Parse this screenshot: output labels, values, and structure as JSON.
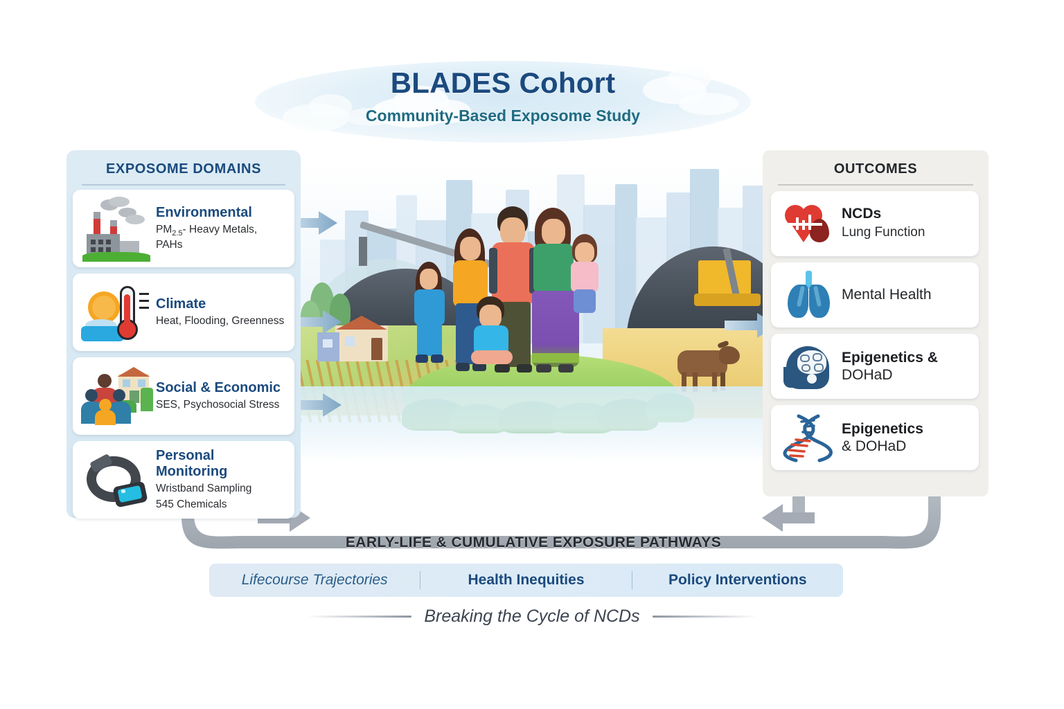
{
  "header": {
    "title": "BLADES Cohort",
    "subtitle": "Community-Based Exposome Study"
  },
  "left_panel": {
    "heading": "EXPOSOME DOMAINS",
    "cards": [
      {
        "icon": "factory-icon",
        "title": "Environmental",
        "sub_pre": "PM",
        "sub_sub": "2.5",
        "sub_post": "- Heavy Metals, PAHs",
        "sub": "PM2.5- Heavy Metals, PAHs"
      },
      {
        "icon": "climate-icon",
        "title": "Climate",
        "sub": "Heat, Flooding, Greenness"
      },
      {
        "icon": "community-icon",
        "title": "Social & Economic",
        "sub": "SES, Psychosocial Stress"
      },
      {
        "icon": "wristband-icon",
        "title": "Personal Monitoring",
        "sub": "Wristband Sampling",
        "sub2": "545 Chemicals"
      }
    ]
  },
  "right_panel": {
    "heading": "OUTCOMES",
    "cards": [
      {
        "icon": "heart-icon",
        "title": "NCDs",
        "sub": "Lung Function"
      },
      {
        "icon": "lungs-icon",
        "title": "Mental Health"
      },
      {
        "icon": "brain-head-icon",
        "title": "Epigenetics &",
        "title2": "DOHaD"
      },
      {
        "icon": "dna-icon",
        "title": "Epigenetics",
        "title2": "& DOHaD"
      }
    ]
  },
  "scene": {
    "alt": "Family standing on green mound with city skyline, coal mines, farmland, house and cow"
  },
  "pathways": {
    "label": "EARLY-LIFE & CUMULATIVE EXPOSURE PATHWAYS"
  },
  "themes": [
    "Lifecourse Trajectories",
    "Health Inequities",
    "Policy Interventions"
  ],
  "tagline": "Breaking the Cycle of NCDs",
  "colors": {
    "title_blue": "#1b4a7e",
    "subtitle_teal": "#1f6b82",
    "left_panel_bg": "#dcebf4",
    "right_panel_bg": "#f0efec",
    "arrow_blue": "#8fb3cd",
    "arrow_gray": "#9aa2ab",
    "theme_bar_bg": "#dcebf6"
  }
}
